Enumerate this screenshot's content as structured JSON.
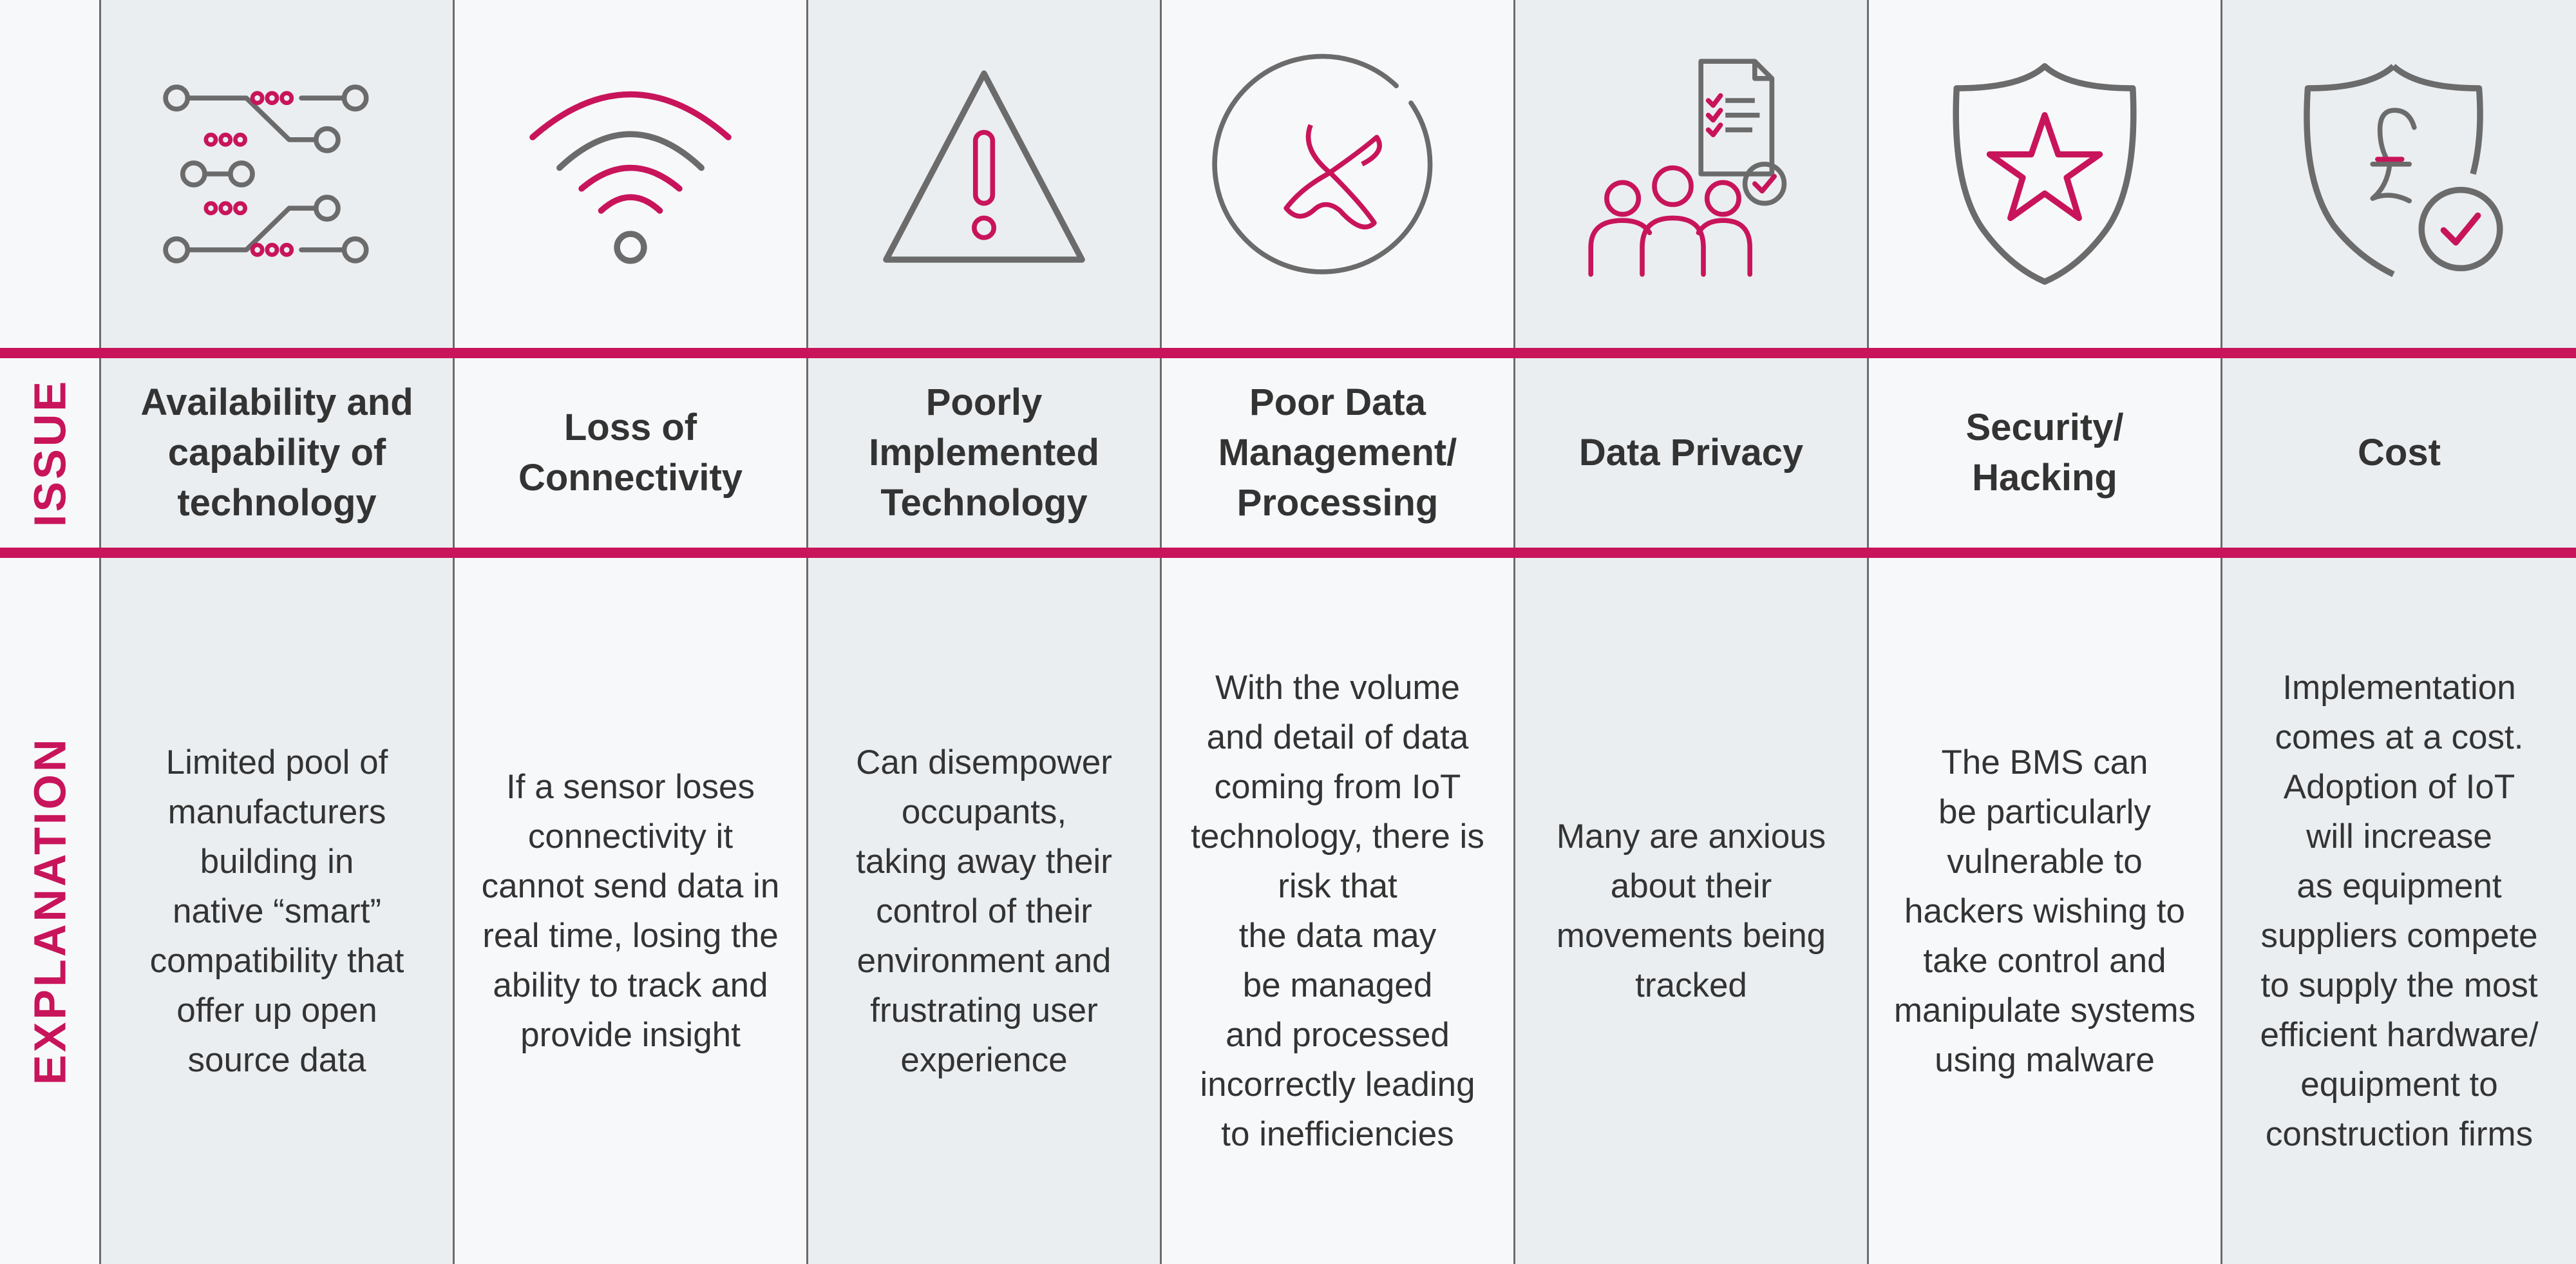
{
  "colors": {
    "accent": "#c8145a",
    "line": "#6b6b6b",
    "icon_grey": "#6b6b6b",
    "bg_light": "#f7f8fa",
    "bg_shaded": "#eaeef1",
    "text": "#333333"
  },
  "rows": {
    "issue_label": "ISSUE",
    "explanation_label": "EXPLANATION"
  },
  "columns": [
    {
      "icon": "circuit-board-icon",
      "issue": "Availability and\ncapability of\ntechnology",
      "explanation": "Limited  pool of\nmanufacturers\nbuilding in\nnative “smart”\ncompatibility that\noffer up open\nsource data"
    },
    {
      "icon": "wifi-icon",
      "issue": "Loss of\nConnectivity",
      "explanation": "If a sensor loses\nconnectivity it\ncannot send data in\nreal time, losing the\nability to track and\nprovide insight"
    },
    {
      "icon": "warning-triangle-icon",
      "issue": "Poorly\nImplemented\nTechnology",
      "explanation": "Can disempower\noccupants,\ntaking away their\ncontrol of their\nenvironment and\nfrustrating user\nexperience"
    },
    {
      "icon": "crossed-circle-icon",
      "issue": "Poor Data\nManagement/\nProcessing",
      "explanation": "With the volume\nand detail of data\ncoming from IoT\ntechnology, there is\nrisk that\nthe data may\nbe managed\nand processed\nincorrectly leading\nto inefficiencies"
    },
    {
      "icon": "people-document-icon",
      "issue": "Data Privacy",
      "explanation": "Many are anxious\nabout their\nmovements being\ntracked"
    },
    {
      "icon": "shield-star-icon",
      "issue": "Security/\nHacking",
      "explanation": "The BMS can\nbe particularly\nvulnerable to\nhackers wishing to\ntake control and\nmanipulate systems\nusing malware"
    },
    {
      "icon": "shield-pound-icon",
      "issue": "Cost",
      "explanation": "Implementation\ncomes at a cost.\nAdoption of IoT\nwill increase\nas equipment\nsuppliers compete\nto supply the most\nefficient hardware/\nequipment to\nconstruction firms"
    }
  ]
}
